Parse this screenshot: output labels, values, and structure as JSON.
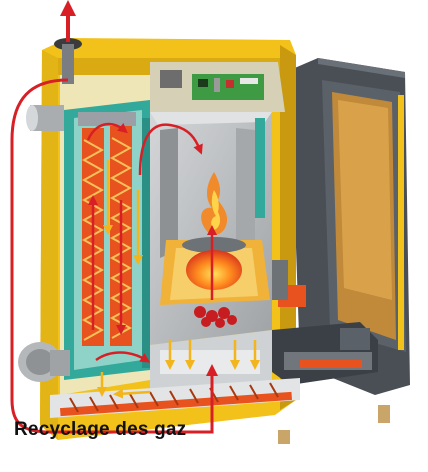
{
  "caption": "Recyclage des gaz",
  "colors": {
    "casing_yellow": "#f2c21a",
    "casing_shadow": "#c99a10",
    "insulation_teal": "#33a99b",
    "heat_exchanger_orange": "#e8521e",
    "chamber_grey": "#b9bcbe",
    "door_dark": "#5b6168",
    "arrow_red": "#d81f26",
    "arrow_yellow": "#f3b51c",
    "ash_blue": "#5d8ab8"
  },
  "icons": [
    "flue-outlet-arrow",
    "recirculation-arrow",
    "flame-icon",
    "motor-icon",
    "auger-screw"
  ]
}
